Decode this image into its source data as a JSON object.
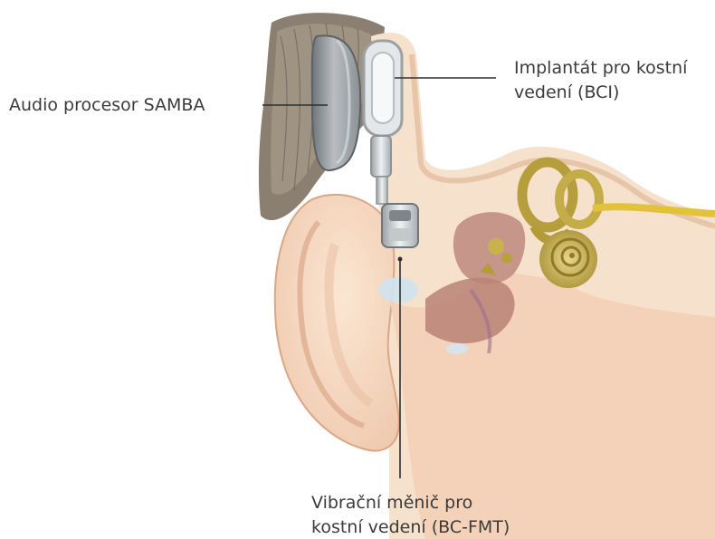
{
  "labels": {
    "audio_processor": "Audio procesor SAMBA",
    "implant_line1": "Implantát pro kostní",
    "implant_line2": "vedení (BCI)",
    "transducer_line1": "Vibrační měnič pro",
    "transducer_line2": "kostní vedení (BC-FMT)"
  },
  "colors": {
    "skin": "#f6d9c2",
    "skin_shadow": "#e7b99d",
    "bone": "#f3dec8",
    "hair": "#7c7162",
    "processor_grey": "#9ea3a7",
    "implant_silver": "#d6dadc",
    "cochlea": "#c9b24e",
    "nerve": "#e3c23b",
    "canal": "#b07f74"
  }
}
